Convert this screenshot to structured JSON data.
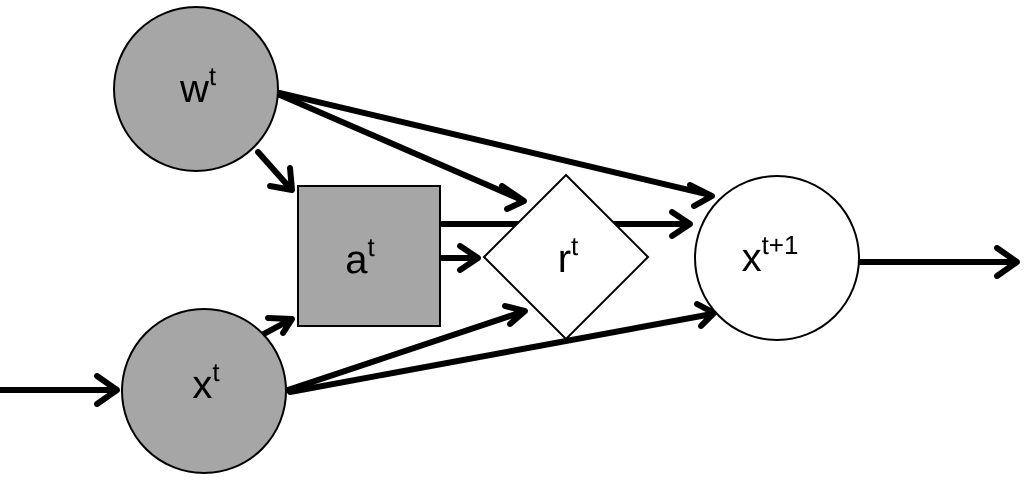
{
  "diagram": {
    "nodes": {
      "w": {
        "base": "w",
        "sup": "t",
        "shape": "circle",
        "fill": "#a6a6a6"
      },
      "x": {
        "base": "x",
        "sup": "t",
        "shape": "circle",
        "fill": "#a6a6a6"
      },
      "a": {
        "base": "a",
        "sup": "t",
        "shape": "square",
        "fill": "#a6a6a6"
      },
      "r": {
        "base": "r",
        "sup": "t",
        "shape": "diamond",
        "fill": "#ffffff"
      },
      "x_next": {
        "base": "x",
        "sup": "t+1",
        "shape": "circle",
        "fill": "#ffffff"
      }
    },
    "edges": [
      {
        "from": "input",
        "to": "x"
      },
      {
        "from": "w",
        "to": "a"
      },
      {
        "from": "w",
        "to": "r"
      },
      {
        "from": "w",
        "to": "x_next"
      },
      {
        "from": "x",
        "to": "a"
      },
      {
        "from": "x",
        "to": "r"
      },
      {
        "from": "x",
        "to": "x_next"
      },
      {
        "from": "a",
        "to": "r"
      },
      {
        "from": "a",
        "to": "x_next"
      },
      {
        "from": "x_next",
        "to": "output"
      }
    ],
    "colors": {
      "stroke": "#000000",
      "shaded": "#a6a6a6",
      "unshaded": "#ffffff"
    }
  }
}
